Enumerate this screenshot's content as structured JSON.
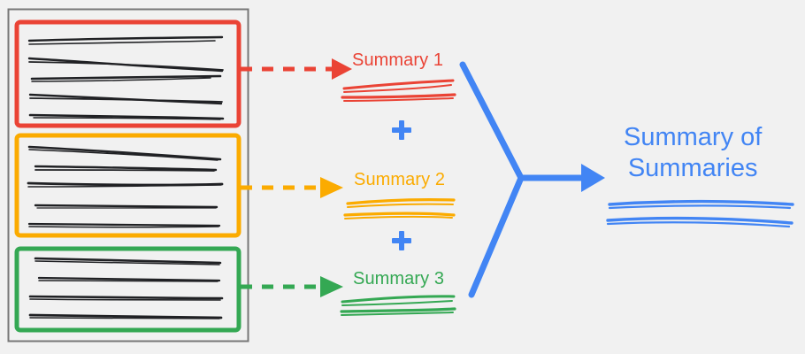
{
  "diagram": {
    "title_text": "Summary of Summaries",
    "background_color": "#f1f1f1",
    "source_container": {
      "name": "document-collection",
      "border_color": "#777777",
      "documents": [
        {
          "id": "doc-1",
          "label_color": "#ea4335",
          "line_count": 5,
          "summary_label": "Summary 1",
          "arrow_style": "dashed"
        },
        {
          "id": "doc-2",
          "label_color": "#fbab00",
          "line_count": 5,
          "summary_label": "Summary 2",
          "arrow_style": "dashed"
        },
        {
          "id": "doc-3",
          "label_color": "#34a853",
          "line_count": 4,
          "summary_label": "Summary 3",
          "arrow_style": "dashed"
        }
      ]
    },
    "summaries": [
      {
        "label": "Summary 1",
        "color": "#ea4335",
        "scribble_lines": 2
      },
      {
        "label": "Summary 2",
        "color": "#fbab00",
        "scribble_lines": 2
      },
      {
        "label": "Summary 3",
        "color": "#34a853",
        "scribble_lines": 2
      }
    ],
    "operators": [
      {
        "name": "plus-1",
        "glyph": "+",
        "color": "#4285f4"
      },
      {
        "name": "plus-2",
        "glyph": "+",
        "color": "#4285f4"
      }
    ],
    "merge_arrow": {
      "color": "#4285f4",
      "shape": "three-way-converging-arrow"
    },
    "final_output": {
      "line1": "Summary of",
      "line2": "Summaries",
      "color": "#4285f4",
      "scribble_lines": 2
    },
    "colors": {
      "red": "#ea4335",
      "yellow": "#fbab00",
      "green": "#34a853",
      "blue": "#4285f4",
      "ink": "#202124",
      "frame": "#777777",
      "background": "#f1f1f1"
    }
  }
}
